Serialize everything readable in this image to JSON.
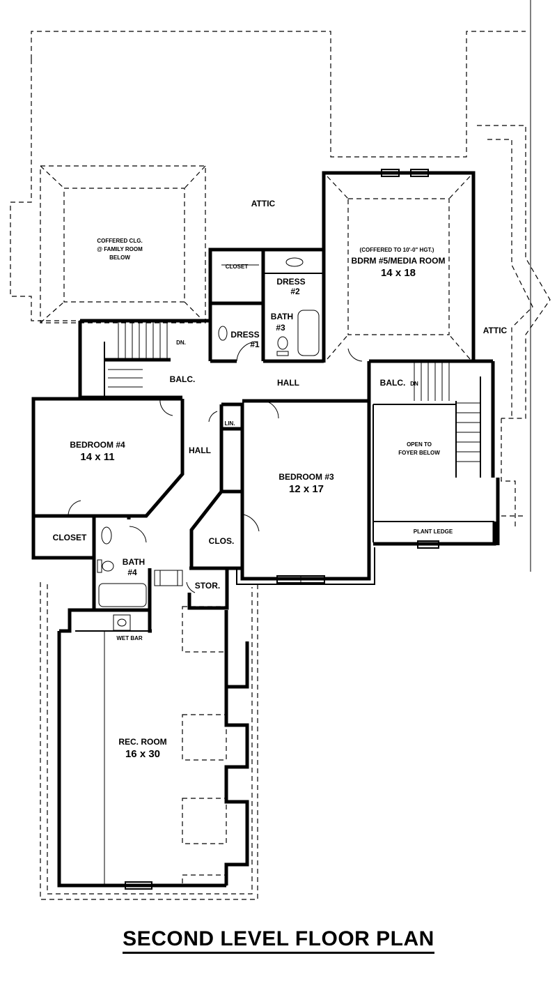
{
  "title": "SECOND LEVEL FLOOR PLAN",
  "rooms": {
    "attic_top": "ATTIC",
    "attic_right": "ATTIC",
    "coffered_line1": "COFFERED CLG.",
    "coffered_line2": "@ FAMILY ROOM",
    "coffered_line3": "BELOW",
    "closet_top": "CLOSET",
    "dress2_line1": "DRESS",
    "dress2_line2": "#2",
    "bath3_line1": "BATH",
    "bath3_line2": "#3",
    "dress1_line1": "DRESS",
    "dress1_line2": "#1",
    "media_note": "(COFFERED TO 10'-0\" HGT.)",
    "media_name": "BDRM #5/MEDIA ROOM",
    "media_size": "14 x 18",
    "stair_dn_left": "DN.",
    "balc_left": "BALC.",
    "hall_top": "HALL",
    "balc_right": "BALC.",
    "stair_dn_right": "DN",
    "bedroom4_name": "BEDROOM #4",
    "bedroom4_size": "14 x 11",
    "lin": "LIN.",
    "hall_side": "HALL",
    "bedroom3_name": "BEDROOM #3",
    "bedroom3_size": "12 x 17",
    "open_line1": "OPEN TO",
    "open_line2": "FOYER BELOW",
    "closet_left": "CLOSET",
    "clos": "CLOS.",
    "plant_ledge": "PLANT LEDGE",
    "bath4_line1": "BATH",
    "bath4_line2": "#4",
    "stor": "STOR.",
    "wet_bar": "WET BAR",
    "rec_name": "REC. ROOM",
    "rec_size": "16 x 30"
  }
}
